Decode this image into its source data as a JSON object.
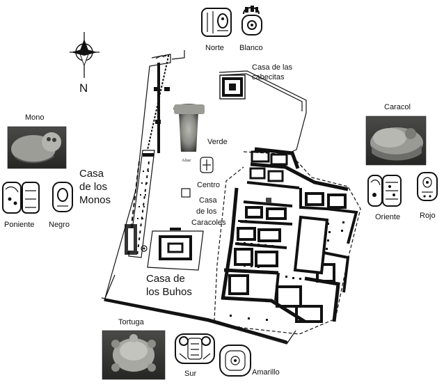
{
  "map": {
    "north_arrow": {
      "letter": "N"
    },
    "directions": {
      "norte": "Norte",
      "blanco": "Blanco",
      "centro": "Centro",
      "verde": "Verde",
      "oriente": "Oriente",
      "rojo": "Rojo",
      "poniente": "Poniente",
      "negro": "Negro",
      "sur": "Sur",
      "amarillo": "Amarillo"
    },
    "photos": {
      "mono": "Mono",
      "caracol": "Caracol",
      "tortuga": "Tortuga",
      "altar": "Altar"
    },
    "buildings": {
      "cabecitas_line1": "Casa de las",
      "cabecitas_line2": "cabecitas",
      "monos_line1": "Casa",
      "monos_line2": "de los",
      "monos_line3": "Monos",
      "caracoles_line1": "Casa",
      "caracoles_line2": "de los",
      "caracoles_line3": "Caracoles",
      "buhos_line1": "Casa de",
      "buhos_line2": "los Buhos"
    },
    "colors": {
      "ink": "#111111",
      "photo_stone": "#8a8a85",
      "background": "#ffffff"
    }
  }
}
